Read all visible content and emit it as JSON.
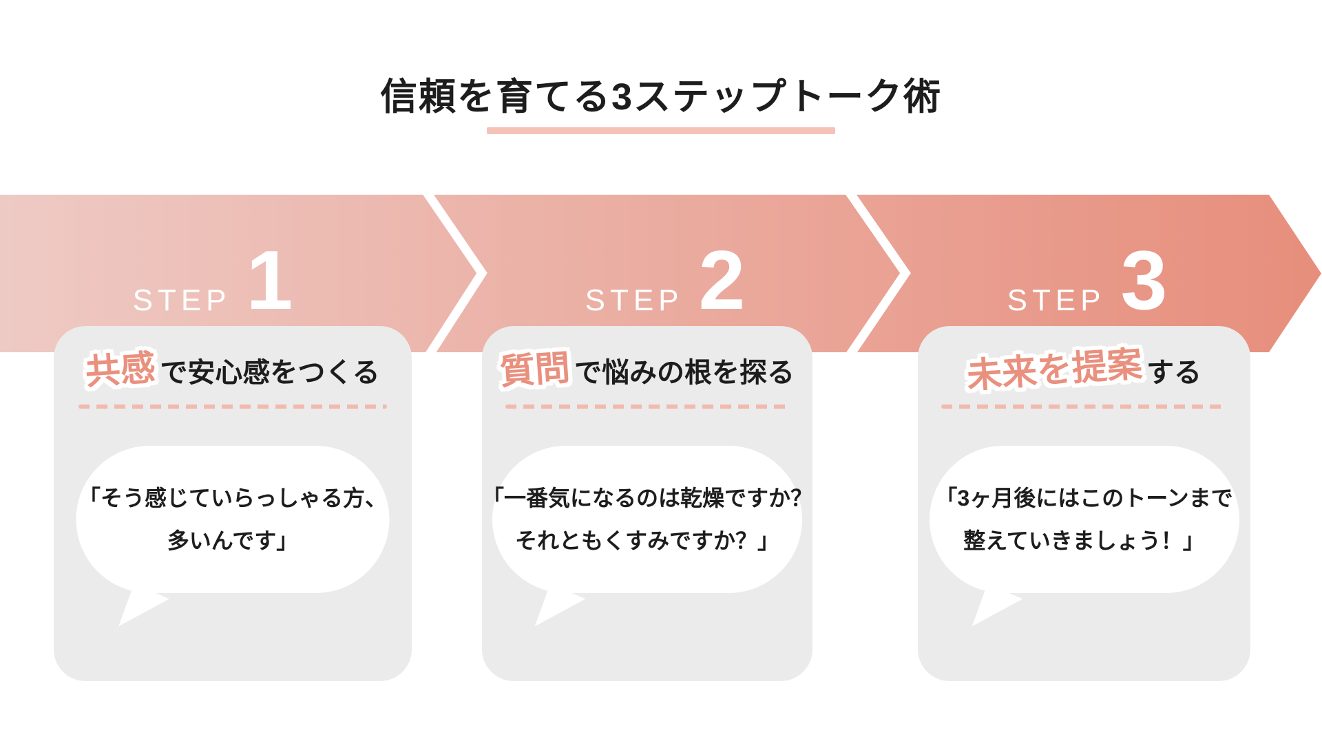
{
  "title": {
    "text": "信頼を育てる3ステップトーク術"
  },
  "colors": {
    "background": "#ffffff",
    "title_text": "#1d1d1d",
    "title_underline": "#f5c2b8",
    "band_gradient_left": "#eecac4",
    "band_gradient_right": "#e78e7c",
    "band_text": "#ffffff",
    "chevron_separator": "#ffffff",
    "card_background": "#ebebeb",
    "heading_highlight": "#e9907e",
    "dashed_rule": "#f2b9ae",
    "bubble_background": "#ffffff",
    "body_text": "#1d1d1d"
  },
  "steps": [
    {
      "step_word": "STEP",
      "step_number": "1",
      "heading_highlight": "共感",
      "heading_rest": "で安心感をつくる",
      "bubble_line1": "「そう感じていらっしゃる方、",
      "bubble_line2": "多いんです」"
    },
    {
      "step_word": "STEP",
      "step_number": "2",
      "heading_highlight": "質問",
      "heading_rest": "で悩みの根を探る",
      "bubble_line1": "「一番気になるのは乾燥ですか？",
      "bubble_line2": "それともくすみですか？」"
    },
    {
      "step_word": "STEP",
      "step_number": "3",
      "heading_highlight": "未来を提案",
      "heading_rest": "する",
      "bubble_line1": "「3ヶ月後にはこのトーンまで",
      "bubble_line2": "整えていきましょう！」"
    }
  ]
}
